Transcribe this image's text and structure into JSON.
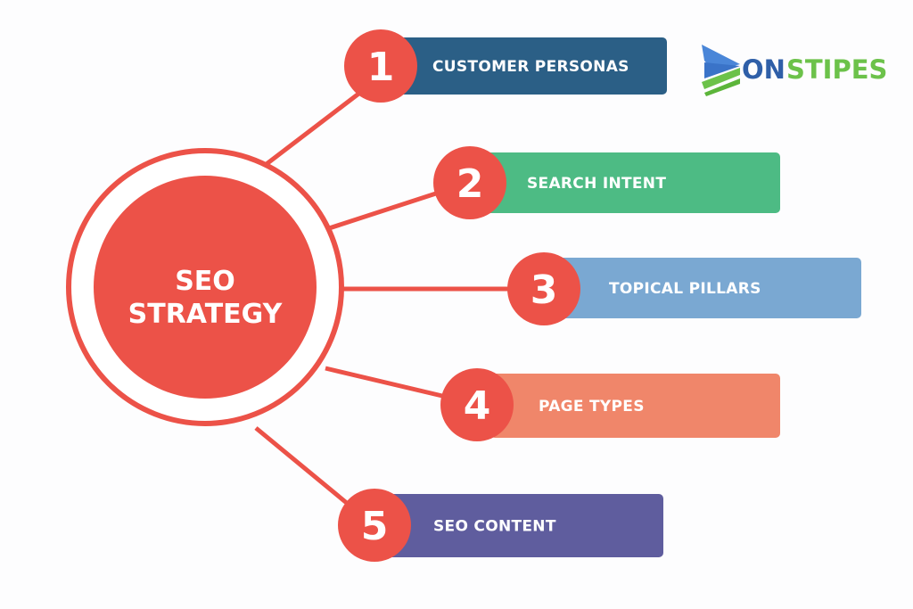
{
  "logo": {
    "text_part1": "ON",
    "text_part2": "STIPES",
    "colors": {
      "blue": "#2f5fa8",
      "green": "#6cc24a",
      "chevron_blue": "#4a86d8"
    }
  },
  "center": {
    "line1": "SEO",
    "line2": "STRATEGY",
    "color": "#ec5248"
  },
  "items": [
    {
      "number": "1",
      "label": "CUSTOMER PERSONAS",
      "color": "#2b5f86"
    },
    {
      "number": "2",
      "label": "SEARCH INTENT",
      "color": "#4dbb84"
    },
    {
      "number": "3",
      "label": "TOPICAL PILLARS",
      "color": "#7aa8d2"
    },
    {
      "number": "4",
      "label": "PAGE TYPES",
      "color": "#f0866a"
    },
    {
      "number": "5",
      "label": "SEO CONTENT",
      "color": "#5f5d9e"
    }
  ]
}
